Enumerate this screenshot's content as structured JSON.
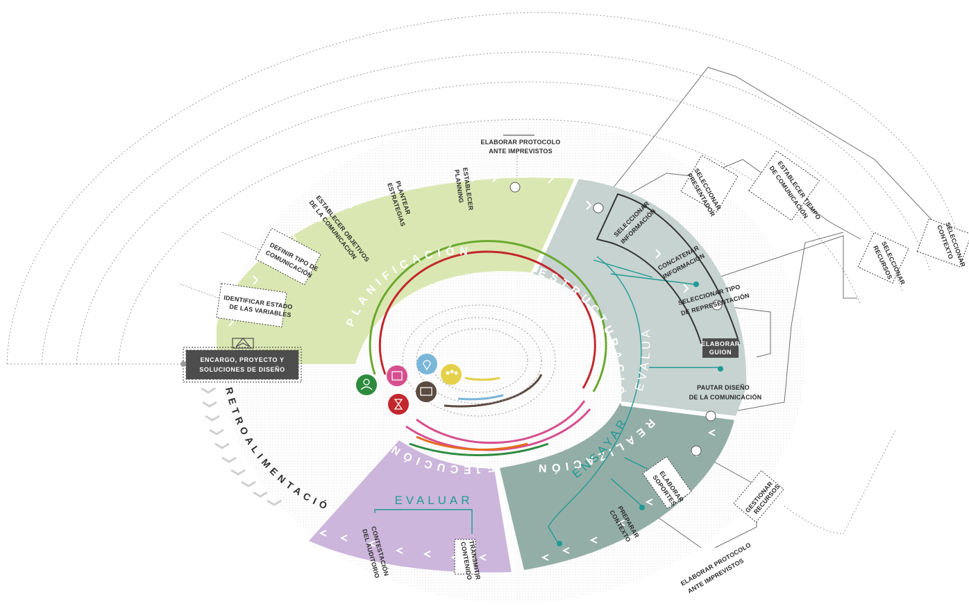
{
  "colors": {
    "planificacion": "#dbe7b2",
    "estructuracion": "#c6d3d0",
    "realizacion": "#93aea7",
    "ejecucion": "#cdb6dc",
    "teal": "#1f9a95",
    "dark_box": "#4d4d4d",
    "retro_chevron": "#c9c9c9"
  },
  "center": {
    "label_line1": "ENCARGO, PROYECTO Y",
    "label_line2": "SOLUCIONES DE DISEÑO",
    "icons": [
      "person-icon",
      "calendar-icon",
      "location-icon",
      "group-icon",
      "wallet-icon",
      "hourglass-icon"
    ]
  },
  "sectors": {
    "planificacion": "PLANIFICACIÓN",
    "estructuracion": "ESTRUCTURACIÓN",
    "realizacion": "REALIZACIÓN",
    "ejecucion": "EJECUCIÓN",
    "retroalimentacion": "RETROALIMENTACIÓN"
  },
  "evaluar": {
    "evaluar_outer": "EVALUAR",
    "ensayar": "ENSAYAR",
    "evaluar_inner": "EVALUAR"
  },
  "planning_labels": {
    "identificar_1": "IDENTIFICAR ESTADO",
    "identificar_2": "DE LAS VARIABLES",
    "definir_1": "DEFINIR TIPO DE",
    "definir_2": "COMUNICACIÓN",
    "establecer_obj_1": "ESTABLECER OBJETIVOS",
    "establecer_obj_2": "DE LA COMUNICACIÓN",
    "plantear_1": "PLANTEAR",
    "plantear_2": "ESTRATEGIAS",
    "planning_1": "ESTABLECER",
    "planning_2": "PLANNING",
    "protocolo_top_1": "ELABORAR PROTOCOLO",
    "protocolo_top_2": "ANTE IMPREVISTOS"
  },
  "structure_labels": {
    "sel_info_1": "SELECCIONAR",
    "sel_info_2": "INFORMACIÓN",
    "concat_1": "CONCATENAR",
    "concat_2": "INFORMACIÓN",
    "tipo_rep_1": "SELECCIONAR TIPO",
    "tipo_rep_2": "DE REPRESENTACIÓN",
    "guion_1": "ELABORAR",
    "guion_2": "GUION",
    "pautar_1": "PAUTAR DISEÑO",
    "pautar_2": "DE LA COMUNICACIÓN"
  },
  "outer_labels": {
    "presentador_1": "SELECCIONAR",
    "presentador_2": "PRESENTADOR",
    "tiempo_1": "ESTABLECER TIEMPO",
    "tiempo_2": "DE COMUNICACIÓN",
    "recursos_1": "SELECCIONAR",
    "recursos_2": "RECURSOS",
    "contexto_1": "SELECCIONAR",
    "contexto_2": "CONTEXTO",
    "gestionar_1": "GESTIONAR",
    "gestionar_2": "RECURSOS",
    "protocolo_bottom_1": "ELABORAR PROTOCOLO",
    "protocolo_bottom_2": "ANTE IMPREVISTOS"
  },
  "realization_labels": {
    "soportes_1": "ELABORAR",
    "soportes_2": "SOPORTES",
    "contexto_1": "PREPARAR",
    "contexto_2": "CONTEXTO"
  },
  "execution_labels": {
    "contestacion_1": "CONTESTACIÓN",
    "contestacion_2": "DEL AUDITORIO",
    "transmitir_1": "TRANSMITIR",
    "transmitir_2": "CONTENIDO"
  }
}
